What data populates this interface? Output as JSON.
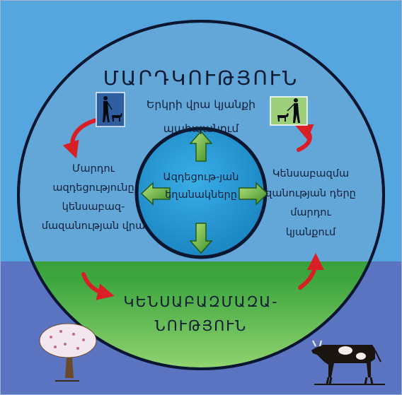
{
  "diagram": {
    "outer_title": "ՄԱՐԴԿՈՒԹՅՈՒՆ",
    "subtitle": "Երկրի վրա կյանքի պահպանում",
    "center_label": "Ազդեցութ-յան եղանակները",
    "left_label": "Մարդու ազդեցությունը կենսաբազ-մազանության վրա",
    "right_label": "Կենսաբազմա զանության դերը մարդու կյանքում",
    "bottom_title": "ԿԵՆՍԱԲԱԶՄԱԶԱ-ՆՈՒԹՅՈՒՆ"
  },
  "colors": {
    "sky": "#55a6de",
    "ground": "#5a74c2",
    "outer_ring_fill": "#62a7d8",
    "inner_circle_fill": "#1f95d1",
    "biodiversity_gradient": "#1f7a1f",
    "arrow_green": "#7cc04e",
    "curved_arrow_red": "#d81f26"
  },
  "icons": {
    "person_walking_dog_left": "person-walking-dog-icon",
    "person_walking_dog_right": "person-walking-dog-icon",
    "flowering_tree": "tree-icon",
    "cow": "cow-icon",
    "arrows_center": "four-direction-arrows-icon",
    "curved_arrows": "curved-arrow-icon"
  }
}
